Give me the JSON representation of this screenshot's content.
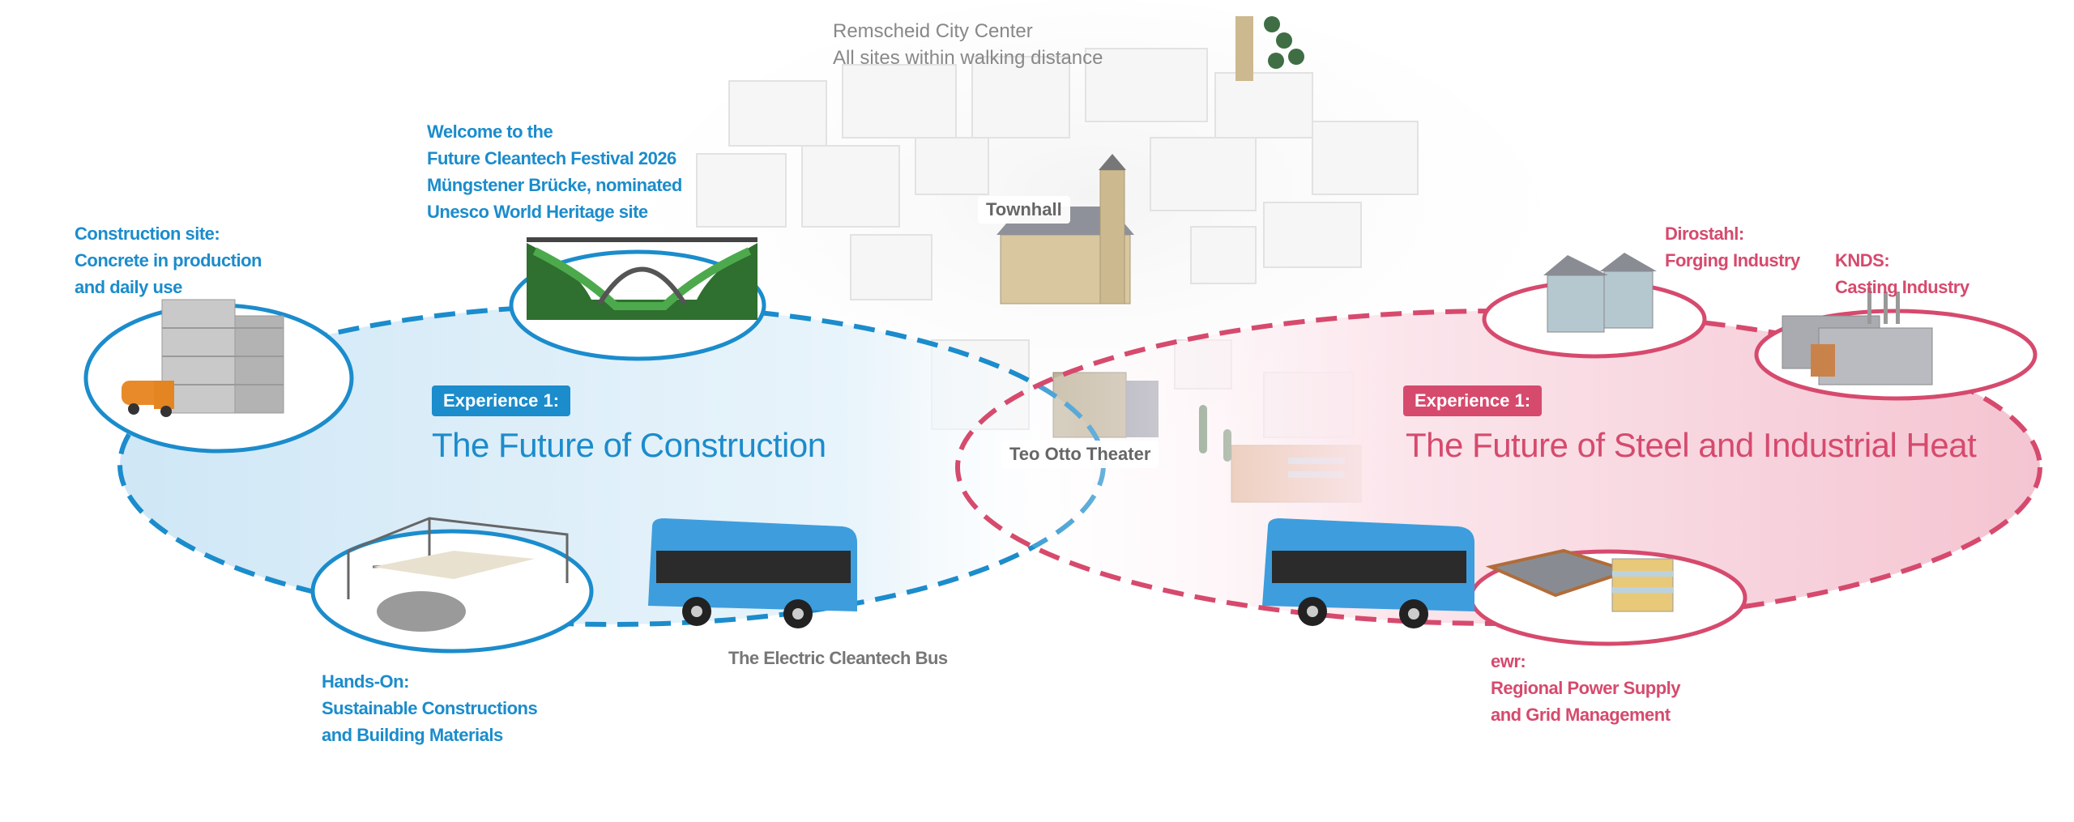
{
  "city": {
    "line1": "Remscheid City Center",
    "line2": "All sites within walking distance"
  },
  "welcome": {
    "line1": "Welcome to the",
    "line2": "Future Cleantech Festival 2026",
    "line3": "Müngstener Brücke, nominated",
    "line4": "Unesco World Heritage site"
  },
  "construction_site": {
    "line1": "Construction site:",
    "line2": "Concrete in production",
    "line3": "and daily use"
  },
  "hands_on": {
    "line1": "Hands-On:",
    "line2": "Sustainable Constructions",
    "line3": "and Building Materials"
  },
  "bus_label": "The Electric Cleantech Bus",
  "townhall": "Townhall",
  "theater": "Teo Otto Theater",
  "experience_construction": {
    "badge": "Experience 1:",
    "title": "The Future of Construction"
  },
  "experience_steel": {
    "badge": "Experience 1:",
    "title": "The Future of Steel and Industrial Heat"
  },
  "dirostahl": {
    "line1": "Dirostahl:",
    "line2": "Forging Industry"
  },
  "knds": {
    "line1": "KNDS:",
    "line2": "Casting Industry"
  },
  "ewr": {
    "line1": "ewr:",
    "line2": "Regional Power Supply",
    "line3": "and Grid Management"
  },
  "colors": {
    "blue": "#1b8ccc",
    "pink": "#d64a6d"
  }
}
